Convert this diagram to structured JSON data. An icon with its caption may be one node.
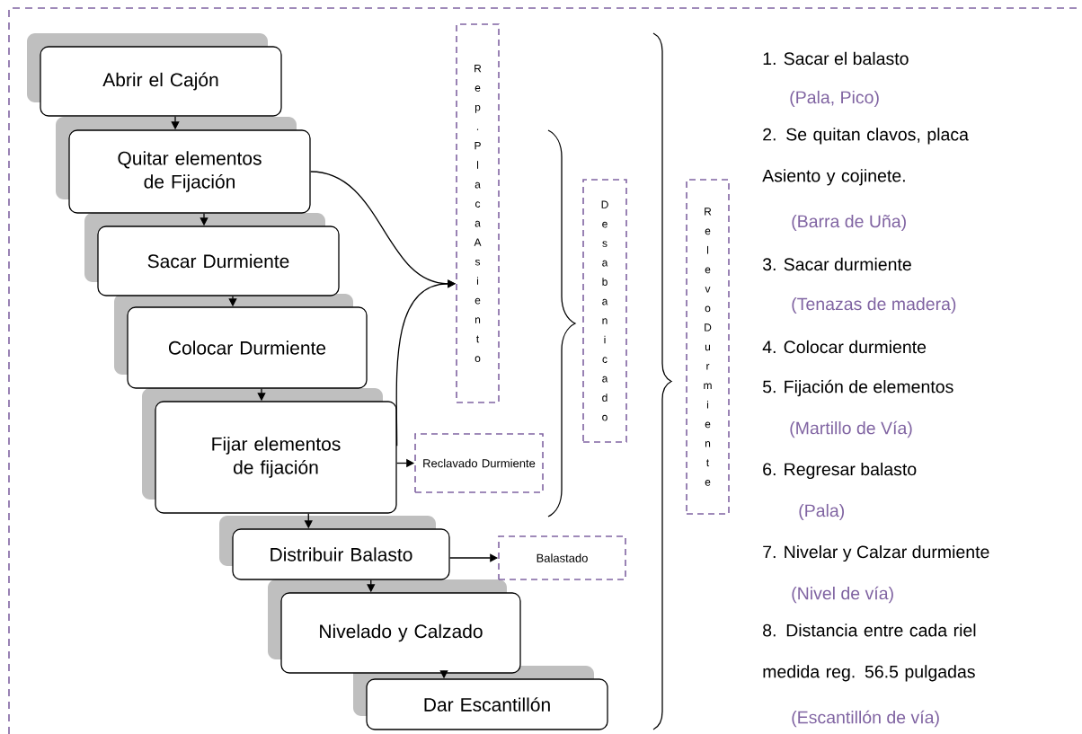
{
  "diagram": {
    "nodes": [
      {
        "text": [
          "Abrir el Cajón"
        ]
      },
      {
        "text": [
          "Quitar elementos de Fijación"
        ]
      },
      {
        "text": [
          "Sacar Durmiente"
        ]
      },
      {
        "text": [
          "Colocar Durmiente"
        ]
      },
      {
        "text": [
          "Fijar elementos de fijación"
        ]
      },
      {
        "text": [
          "Distribuir Balasto"
        ]
      },
      {
        "text": [
          "Nivelado y Calzado"
        ]
      },
      {
        "text": [
          "Dar Escantillón"
        ]
      },
      {
        "text": [
          "Rep. Placa Asiento"
        ]
      },
      {
        "text": [
          "Reclavado Durmiente"
        ]
      },
      {
        "text": [
          "Balastado"
        ]
      },
      {
        "text": [
          "Desabanicado"
        ]
      },
      {
        "text": [
          "Relevo Durmiente"
        ]
      }
    ],
    "edges": [
      {
        "from": 0,
        "to": 1,
        "arrow": "to"
      },
      {
        "from": 1,
        "to": 2,
        "arrow": "to"
      },
      {
        "from": 2,
        "to": 3,
        "arrow": "to"
      },
      {
        "from": 3,
        "to": 4,
        "arrow": "to"
      },
      {
        "from": 4,
        "to": 5,
        "arrow": "to"
      },
      {
        "from": 5,
        "to": 6,
        "arrow": "to"
      },
      {
        "from": 6,
        "to": 7,
        "arrow": "to"
      },
      {
        "from": 1,
        "to": 8,
        "arrow": "to"
      },
      {
        "from": 4,
        "to": 8,
        "arrow": "to"
      },
      {
        "from": 4,
        "to": 9,
        "arrow": "to"
      },
      {
        "from": 5,
        "to": 10,
        "arrow": "to"
      }
    ],
    "labels": [
      "1. Sacar el balasto",
      "(Pala, Pico)",
      "2. Se quitan clavos, placa Asiento y cojinete.",
      "(Barra de Uña)",
      "3. Sacar durmiente",
      "(Tenazas de madera)",
      "4. Colocar durmiente",
      "5. Fijación de elementos",
      "(Martillo de Vía)",
      "6. Regresar balasto",
      "(Pala)",
      "7. Nivelar y Calzar durmiente",
      "(Nivel de vía)",
      "8. Distancia entre cada riel medida reg. 56.5 pulgadas",
      "(Escantillón de vía)"
    ]
  }
}
